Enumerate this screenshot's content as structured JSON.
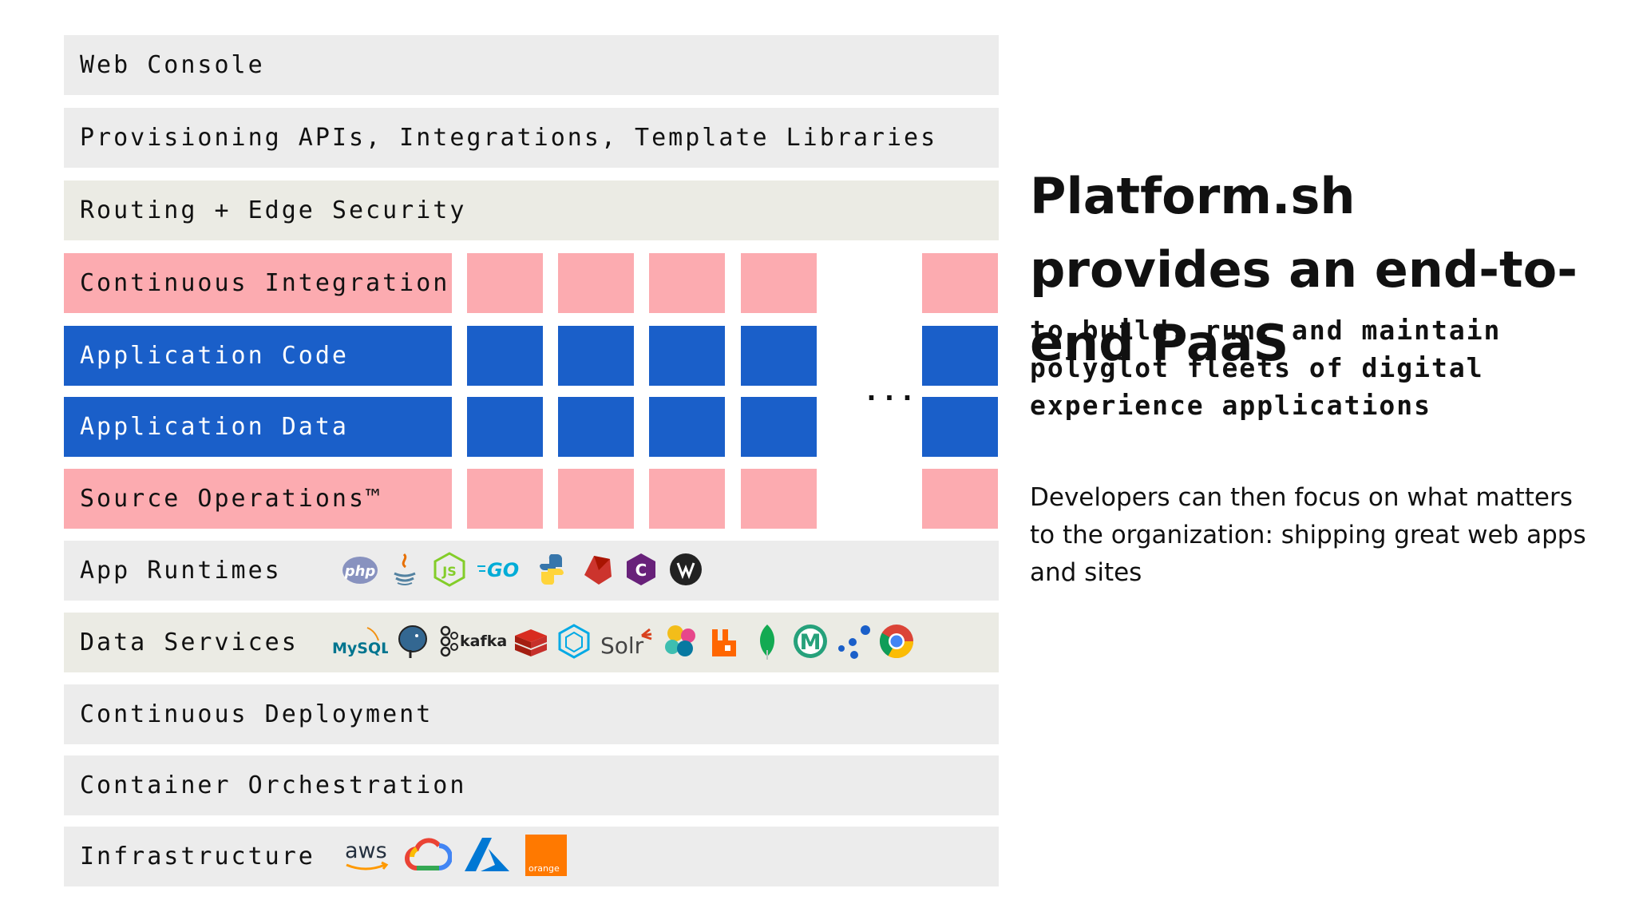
{
  "layers": {
    "web_console": "Web Console",
    "provisioning": "Provisioning APIs, Integrations, Template Libraries",
    "routing": "Routing + Edge Security",
    "ci": "Continuous Integration",
    "app_code": "Application Code",
    "app_data": "Application Data",
    "source_ops": "Source Operations™",
    "runtimes": "App Runtimes",
    "data_services": "Data Services",
    "cd": "Continuous Deployment",
    "container": "Container Orchestration",
    "infrastructure": "Infrastructure"
  },
  "ellipsis": "...",
  "runtime_icons": [
    "php-icon",
    "java-icon",
    "nodejs-icon",
    "go-icon",
    "python-icon",
    "ruby-icon",
    "csharp-icon",
    "lisp-icon"
  ],
  "runtime_text": {
    "php": "php",
    "go": "GO"
  },
  "data_service_icons": [
    "mysql-icon",
    "postgresql-icon",
    "kafka-icon",
    "redis-icon",
    "elasticsearch-icon",
    "solr-icon",
    "influxdb-icon",
    "rabbitmq-icon",
    "mongodb-icon",
    "memcached-icon",
    "network-icon",
    "chrome-icon"
  ],
  "data_service_text": {
    "mysql": "MySQL",
    "kafka": "kafka",
    "solr": "Solr",
    "memcached": "M"
  },
  "infra_icons": [
    "aws-icon",
    "google-cloud-icon",
    "azure-icon",
    "orange-icon"
  ],
  "infra_text": {
    "aws": "aws",
    "orange": "orange"
  },
  "colors": {
    "pink": "#fcabb0",
    "blue": "#1a5fc9",
    "gray": "#ececec",
    "beige": "#ebebe4"
  },
  "heading": "Platform.sh provides an end-to-end PaaS",
  "subheading": "to build, run, and maintain polyglot fleets of digital experience applications",
  "body": "Developers can then focus on what matters to the organization: shipping great web apps and sites"
}
